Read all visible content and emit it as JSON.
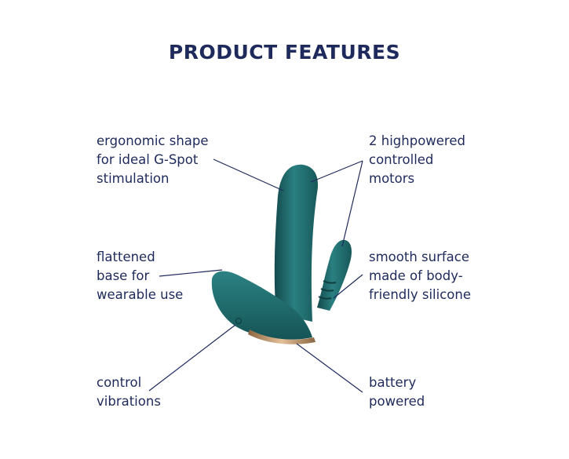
{
  "title": "PRODUCT FEATURES",
  "colors": {
    "text": "#1f2a5c",
    "product_body": "#1e6d6f",
    "product_highlight": "#2f8a8b",
    "product_shadow": "#134a4d",
    "ring_gold": "#c9a070"
  },
  "features": {
    "top_left": [
      "ergonomic shape",
      "for ideal G-Spot",
      "stimulation"
    ],
    "top_right": [
      "2 highpowered",
      "controlled",
      "motors"
    ],
    "mid_left": [
      "flattened",
      "base for",
      "wearable use"
    ],
    "mid_right": [
      "smooth surface",
      "made of body-",
      "friendly silicone"
    ],
    "bottom_left": [
      "control",
      "vibrations"
    ],
    "bottom_right": [
      "battery",
      "powered"
    ]
  }
}
